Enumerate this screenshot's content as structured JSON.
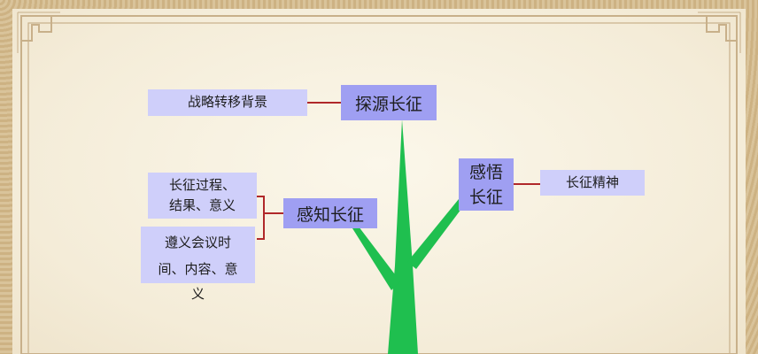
{
  "nodes": {
    "tanyuan": "探源长征",
    "ganzhi": "感知长征",
    "ganwu_line1": "感悟",
    "ganwu_line2": "长征",
    "zhanlue": "战略转移背景",
    "guocheng_line1": "长征过程、",
    "guocheng_line2": "结果、意义",
    "zunyi_line1": "遵义会议时",
    "zunyi_line2": "间、内容、意",
    "zunyi_line3": "义",
    "jingshen": "长征精神"
  },
  "colors": {
    "main_box": "#9f9ff2",
    "sub_box": "#cfcffa",
    "connector": "#b0282a",
    "tree": "#1fbf4f",
    "border": "#c8b08a"
  }
}
